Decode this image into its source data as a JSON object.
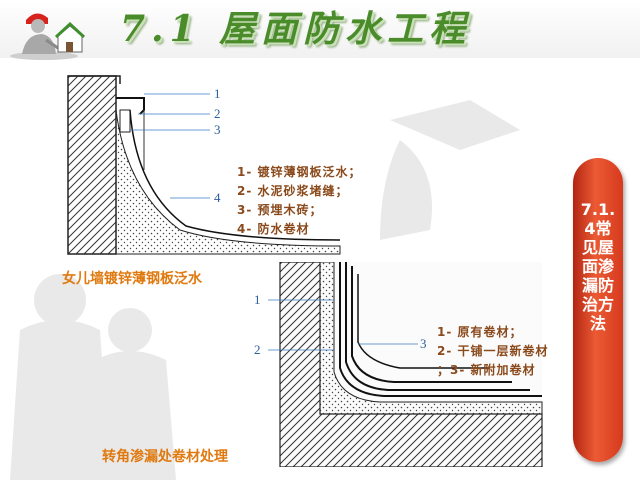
{
  "slide": {
    "title": "7.1 屋面防水工程",
    "side_badge": "7.1.4常见屋面渗漏防治方法"
  },
  "diagram1": {
    "numbers": [
      "1",
      "2",
      "3",
      "4"
    ],
    "labels": [
      "1- 镀锌薄钢板泛水；",
      "2- 水泥砂浆堵缝；",
      "3- 预埋木砖；",
      "4- 防水卷材"
    ],
    "caption": "女儿墙镀锌薄钢板泛水"
  },
  "diagram2": {
    "numbers": [
      "1",
      "2",
      "3"
    ],
    "labels": [
      "1- 原有卷材；",
      "2- 干铺一层新卷材",
      "；3- 新附加卷材"
    ],
    "caption": "转角渗漏处卷材处理"
  },
  "colors": {
    "title_green": "#4a8c2a",
    "label_brown": "#8a4a1c",
    "caption_orange": "#e07a10",
    "badge_red": "#d63a1e"
  },
  "icons": [
    "worker-logo-icon",
    "crane-icon"
  ]
}
